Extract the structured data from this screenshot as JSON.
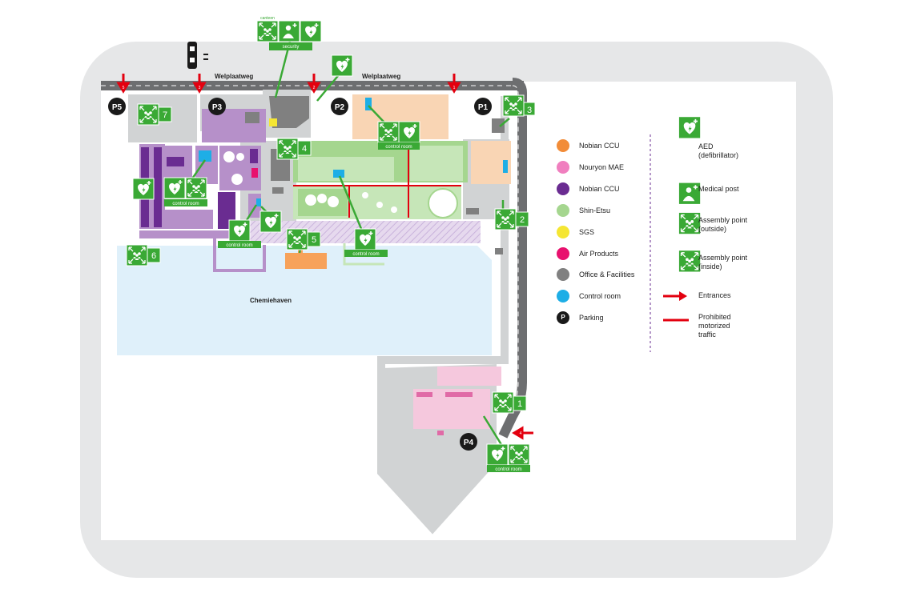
{
  "roads": {
    "top_road_name": "Welplaatweg"
  },
  "water": {
    "name": "Chemiehaven"
  },
  "parking": [
    "P1",
    "P2",
    "P3",
    "P4",
    "P5"
  ],
  "entrances": [
    "1",
    "2",
    "3",
    "4",
    "5"
  ],
  "assembly_points": [
    "1",
    "2",
    "3",
    "4",
    "5",
    "6",
    "7"
  ],
  "labels": {
    "canteen": "canteen",
    "security": "security",
    "control_room": "control room"
  },
  "legend_companies": [
    {
      "label": "Nobian CCU",
      "color": "#f28c38"
    },
    {
      "label": "Nouryon MAE",
      "color": "#f07fbf"
    },
    {
      "label": "Nobian CCU",
      "color": "#6a2c91"
    },
    {
      "label": "Shin-Etsu",
      "color": "#a5d68f"
    },
    {
      "label": "SGS",
      "color": "#f5e633"
    },
    {
      "label": "Air Products",
      "color": "#e8116e"
    },
    {
      "label": "Office & Facilities",
      "color": "#808080"
    },
    {
      "label": "Control room",
      "color": "#1eaee6"
    },
    {
      "label": "Parking",
      "color": "#1a1a1a",
      "glyph": "P"
    }
  ],
  "legend_symbols": [
    {
      "label": "AED\n(defibrillator)",
      "icon": "aed-icon"
    },
    {
      "label": "Medical post",
      "icon": "medical-post-icon"
    },
    {
      "label": "Assembly point\n(outside)",
      "icon": "assembly-outside-icon"
    },
    {
      "label": "Assembly point\n(inside)",
      "icon": "assembly-inside-icon"
    },
    {
      "label": "Entrances",
      "icon": "entrance-arrow-icon"
    },
    {
      "label": "Prohibited\nmotorized\ntraffic",
      "icon": "prohibited-line-icon"
    }
  ]
}
